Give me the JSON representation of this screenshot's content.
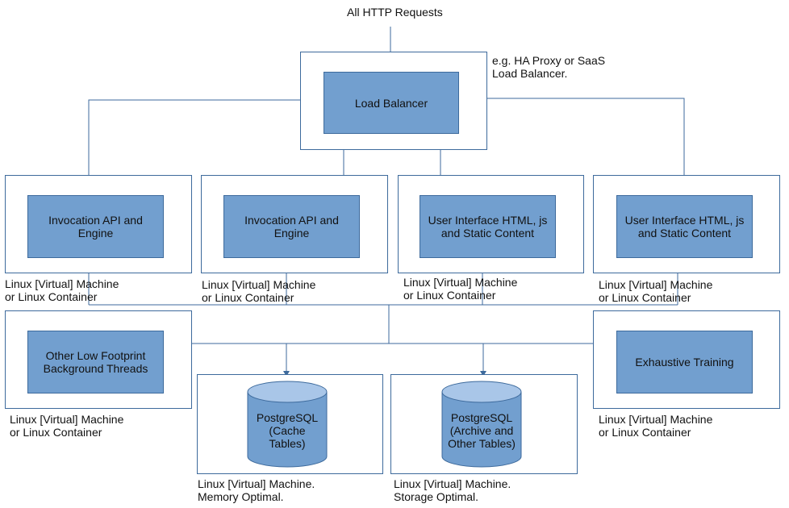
{
  "source": {
    "label": "All HTTP Requests"
  },
  "load_balancer": {
    "label": "Load Balancer",
    "note": "e.g. HA Proxy or SaaS\nLoad Balancer."
  },
  "vm_row1": [
    {
      "node": "Invocation API and\nEngine",
      "caption": "Linux [Virtual] Machine\nor Linux Container"
    },
    {
      "node": "Invocation API and\nEngine",
      "caption": "Linux [Virtual] Machine\nor Linux Container"
    },
    {
      "node": "User Interface HTML, js\nand Static Content",
      "caption": "Linux [Virtual] Machine\nor Linux Container"
    },
    {
      "node": "User Interface HTML, js\nand Static Content",
      "caption": "Linux [Virtual] Machine\nor Linux Container"
    }
  ],
  "background": {
    "node": "Other Low Footprint\nBackground Threads",
    "caption": "Linux [Virtual] Machine\nor Linux Container"
  },
  "training": {
    "node": "Exhaustive Training",
    "caption": "Linux [Virtual] Machine\nor Linux Container"
  },
  "db_cache": {
    "label": "PostgreSQL\n(Cache\nTables)",
    "caption": "Linux [Virtual] Machine.\nMemory Optimal."
  },
  "db_archive": {
    "label": "PostgreSQL\n(Archive and\nOther Tables)",
    "caption": "Linux [Virtual] Machine.\nStorage Optimal."
  },
  "colors": {
    "node_fill": "#729fcf",
    "node_stroke": "#3d6a9c",
    "cyl_top": "#a9c6e8"
  }
}
